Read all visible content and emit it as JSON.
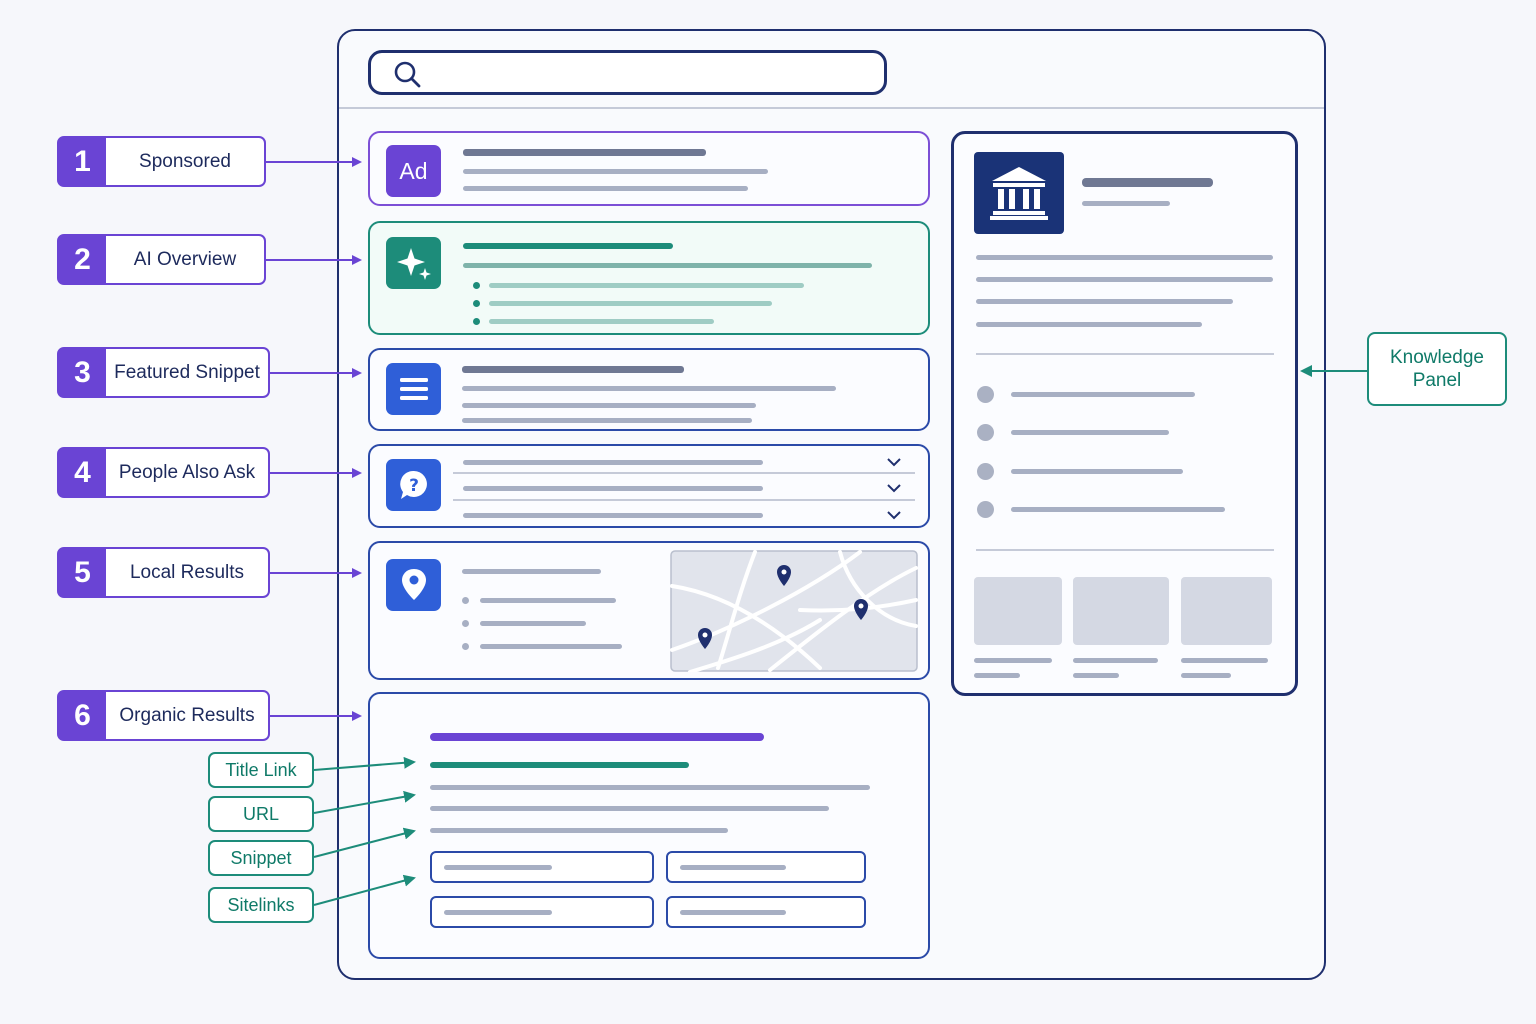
{
  "sections": [
    {
      "number": "1",
      "label": "Sponsored",
      "icon": "ad-badge"
    },
    {
      "number": "2",
      "label": "AI Overview",
      "icon": "sparkle-icon"
    },
    {
      "number": "3",
      "label": "Featured Snippet",
      "icon": "list-icon"
    },
    {
      "number": "4",
      "label": "People Also Ask",
      "icon": "question-bubble-icon"
    },
    {
      "number": "5",
      "label": "Local Results",
      "icon": "map-pin-icon"
    },
    {
      "number": "6",
      "label": "Organic Results",
      "icon": "none"
    }
  ],
  "organic_parts": [
    "Title Link",
    "URL",
    "Snippet",
    "Sitelinks"
  ],
  "ad_badge": "Ad",
  "knowledge_panel": {
    "label": "Knowledge Panel",
    "icon": "bank-building-icon"
  },
  "colors": {
    "section_label": "#6a44d4",
    "ai_overview": "#1d8c7a",
    "frame": "#1f2f6e",
    "card_border": "#2b4aa8",
    "icon_blue": "#2f5fd8",
    "map_pin": "#1f2f6e",
    "organic_title": "#6a44d4",
    "organic_url": "#1d8c7a"
  }
}
